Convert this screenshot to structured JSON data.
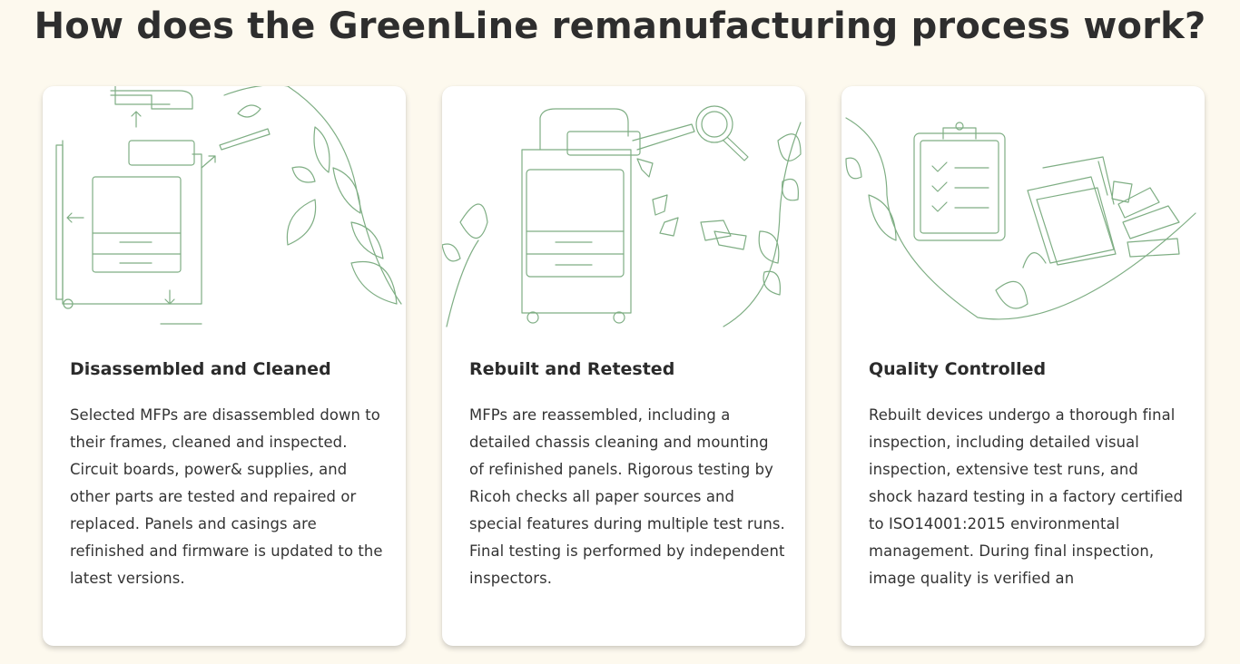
{
  "heading": "How does the GreenLine remanufacturing process work?",
  "colors": {
    "background": "#fdf9ee",
    "card": "#ffffff",
    "illustration_line": "#7fae84",
    "text": "#2b2b2b"
  },
  "cards": [
    {
      "title": "Disassembled and Cleaned",
      "body": "Selected MFPs are disassembled down to their frames, cleaned and inspected. Circuit boards, power& supplies, and other parts are tested and repaired or replaced. Panels and casings are refinished and firmware is updated to the latest versions.",
      "illustration": "disassembled-printer-with-leaves"
    },
    {
      "title": "Rebuilt and Retested",
      "body": "MFPs are reassembled, including a detailed chassis cleaning and mounting of refinished panels. Rigorous testing by Ricoh checks all paper sources and special features during multiple test runs. Final testing is performed by independent inspectors.",
      "illustration": "printer-with-magnifier-and-leaves"
    },
    {
      "title": "Quality Controlled",
      "body": "Rebuilt devices undergo a thorough final inspection, including detailed visual inspection, extensive test runs, and shock hazard testing in a factory certified to ISO14001:2015 environmental management. During final inspection, image quality is verified an",
      "illustration": "checklist-clipboard-and-color-swatches"
    }
  ]
}
